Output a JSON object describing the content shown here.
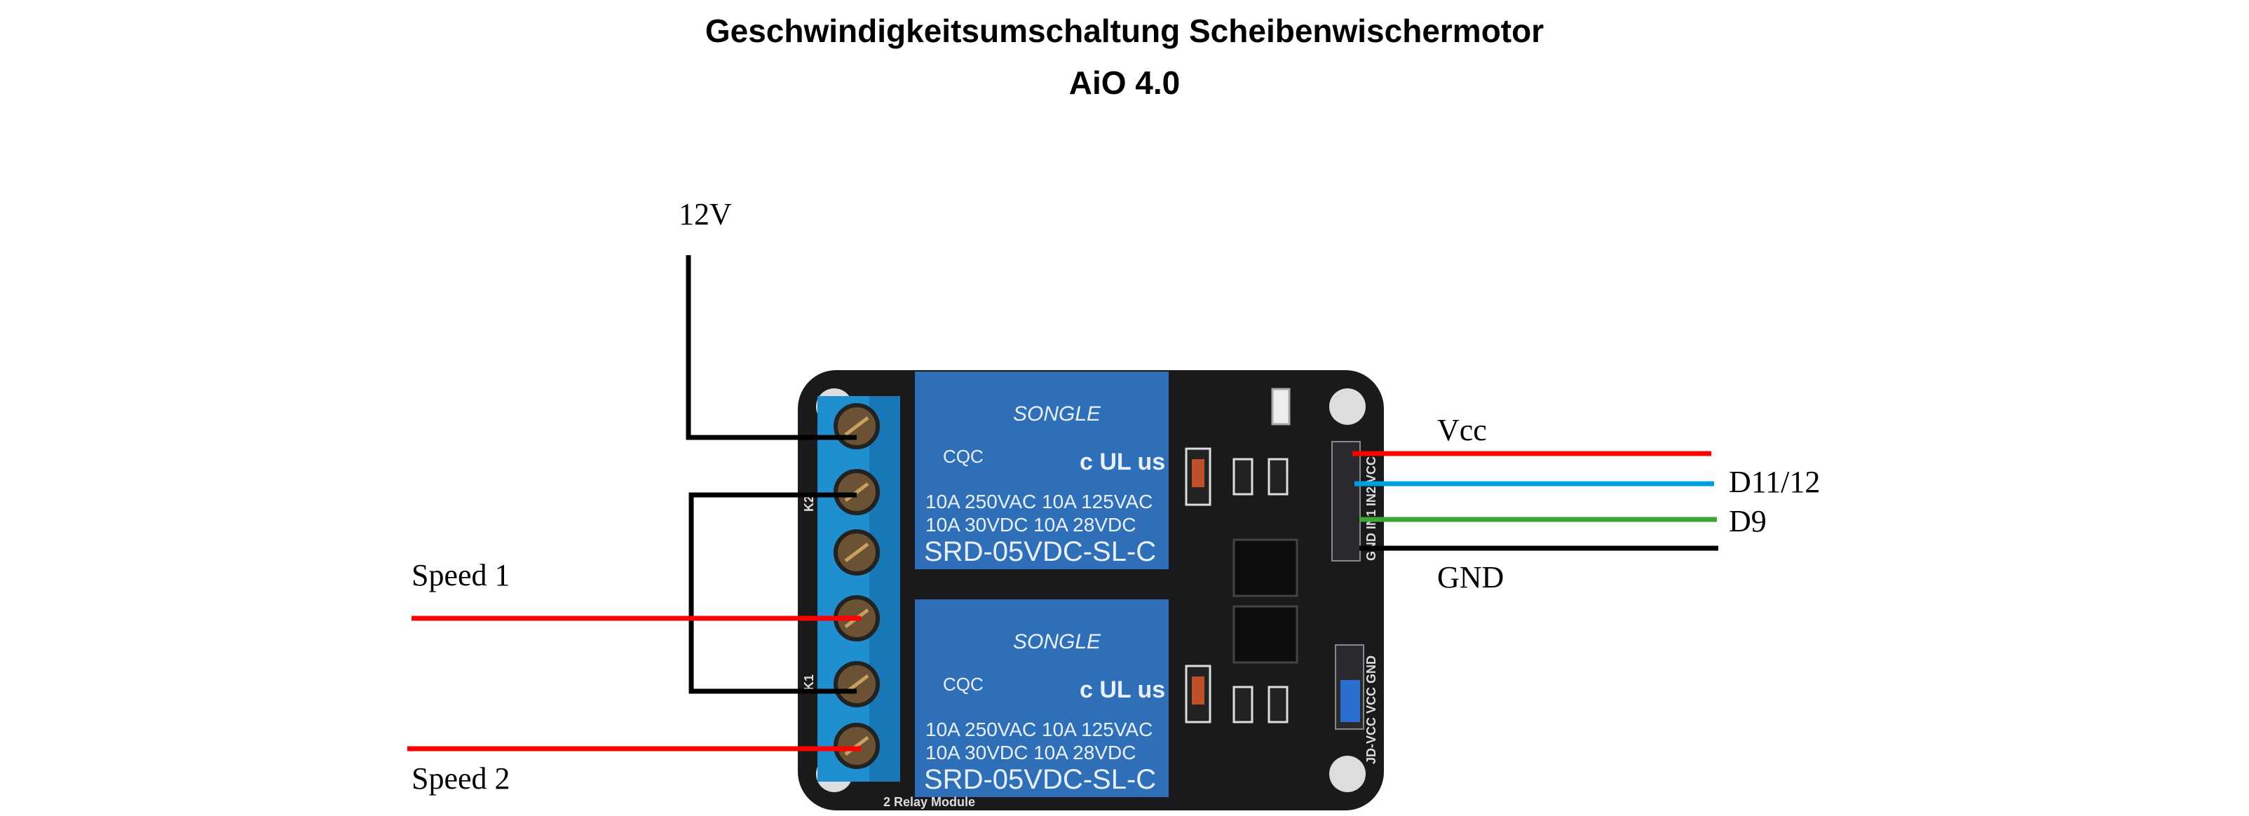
{
  "title": {
    "line1": "Geschwindigkeitsumschaltung Scheibenwischermotor",
    "line2": "AiO 4.0"
  },
  "labels": {
    "v12": "12V",
    "speed1": "Speed 1",
    "speed2": "Speed 2",
    "vcc": "Vcc",
    "d11_12": "D11/12",
    "d9": "D9",
    "gnd": "GND"
  },
  "relay": {
    "brand": "SONGLE",
    "rating1": "10A 250VAC  10A 125VAC",
    "rating2": "10A  30VDC  10A  28VDC",
    "model": "SRD-05VDC-SL-C",
    "cert_cqc": "CQC",
    "cert_ul": "c UL us"
  },
  "board": {
    "k1": "K1",
    "k2": "K2",
    "header_pins": "GND IN1 IN2 VCC",
    "jd_header": "JD-VCC VCC GND",
    "module_label": "2 Relay Module"
  },
  "colors": {
    "wire_red": "#ff0000",
    "wire_blue": "#009ee0",
    "wire_green": "#3fa535",
    "wire_black": "#000000",
    "pcb": "#1a1a1c",
    "relay_blue": "#2f6fb8",
    "terminal_blue": "#1f8fd0"
  }
}
